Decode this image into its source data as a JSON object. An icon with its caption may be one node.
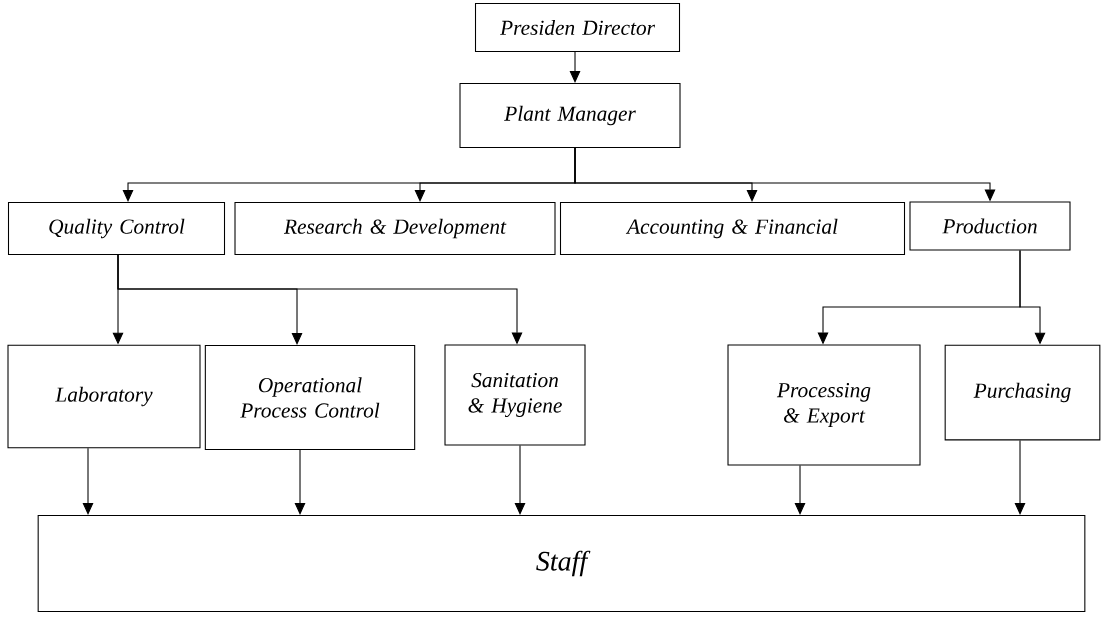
{
  "diagram": {
    "nodes": [
      {
        "text": [
          "Presiden Director"
        ]
      },
      {
        "text": [
          "Plant Manager"
        ]
      },
      {
        "text": [
          "Quality Control"
        ]
      },
      {
        "text": [
          "Research & Development"
        ]
      },
      {
        "text": [
          "Accounting & Financial"
        ]
      },
      {
        "text": [
          "Production"
        ]
      },
      {
        "text": [
          "Laboratory"
        ]
      },
      {
        "text": [
          "Operational Process Control"
        ]
      },
      {
        "text": [
          "Sanitation & Hygiene"
        ]
      },
      {
        "text": [
          "Processing & Export"
        ]
      },
      {
        "text": [
          "Purchasing"
        ]
      },
      {
        "text": [
          "Staff"
        ]
      }
    ],
    "edges": [
      {
        "from": 0,
        "to": 1,
        "arrow": "to"
      },
      {
        "from": 1,
        "to": 2,
        "arrow": "to"
      },
      {
        "from": 1,
        "to": 3,
        "arrow": "to"
      },
      {
        "from": 1,
        "to": 4,
        "arrow": "to"
      },
      {
        "from": 1,
        "to": 5,
        "arrow": "to"
      },
      {
        "from": 2,
        "to": 6,
        "arrow": "to"
      },
      {
        "from": 2,
        "to": 7,
        "arrow": "to"
      },
      {
        "from": 2,
        "to": 8,
        "arrow": "to"
      },
      {
        "from": 5,
        "to": 9,
        "arrow": "to"
      },
      {
        "from": 5,
        "to": 10,
        "arrow": "to"
      },
      {
        "from": 6,
        "to": 11,
        "arrow": "to"
      },
      {
        "from": 7,
        "to": 11,
        "arrow": "to"
      },
      {
        "from": 8,
        "to": 11,
        "arrow": "to"
      },
      {
        "from": 9,
        "to": 11,
        "arrow": "to"
      },
      {
        "from": 10,
        "to": 11,
        "arrow": "to"
      }
    ]
  }
}
